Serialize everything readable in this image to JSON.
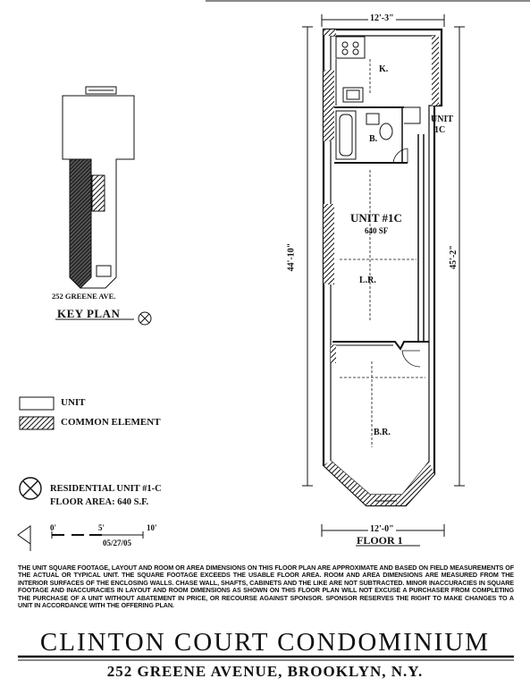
{
  "key_plan": {
    "title": "KEY PLAN",
    "address": "252 GREENE AVE."
  },
  "legend": {
    "unit": "UNIT",
    "common": "COMMON ELEMENT"
  },
  "unit_info": {
    "residential": "RESIDENTIAL UNIT #1-C",
    "floor_area": "FLOOR AREA:  640 S.F.",
    "date": "05/27/05",
    "scale": [
      "0'",
      "5'",
      "10'"
    ]
  },
  "plan": {
    "dim_top": "12'-3\"",
    "dim_bottom": "12'-0\"",
    "dim_left": "44'-10\"",
    "dim_right": "45'-2\"",
    "unit_label": "UNIT #1C",
    "unit_area": "640 SF",
    "room_k": "K.",
    "room_b": "B.",
    "room_lr": "L.R.",
    "room_br": "B.R.",
    "side_unit": "UNIT",
    "side_unit_id": "1C",
    "floor": "FLOOR 1"
  },
  "disclaimer": "THE UNIT SQUARE FOOTAGE, LAYOUT AND ROOM OR AREA DIMENSIONS ON THIS FLOOR PLAN ARE APPROXIMATE AND BASED ON FIELD MEASUREMENTS OF THE ACTUAL OR TYPICAL UNIT. THE SQUARE FOOTAGE EXCEEDS THE USABLE FLOOR AREA. ROOM AND AREA DIMENSIONS ARE MEASURED FROM THE INTERIOR SURFACES OF THE ENCLOSING WALLS. CHASE WALL, SHAFTS, CABINETS AND THE LIKE ARE NOT SUBTRACTED. MINOR INACCURACIES IN SQUARE FOOTAGE AND INACCURACIES IN LAYOUT AND ROOM DIMENSIONS AS SHOWN ON THIS FLOOR PLAN WILL NOT EXCUSE A PURCHASER FROM COMPLETING THE PURCHASE OF A UNIT WITHOUT ABATEMENT IN PRICE, OR RECOURSE AGAINST SPONSOR. SPONSOR RESERVES THE RIGHT TO MAKE CHANGES TO A UNIT IN ACCORDANCE WITH THE OFFERING PLAN.",
  "footer": {
    "title": "CLINTON COURT CONDOMINIUM",
    "address": "252 GREENE AVENUE, BROOKLYN, N.Y."
  }
}
